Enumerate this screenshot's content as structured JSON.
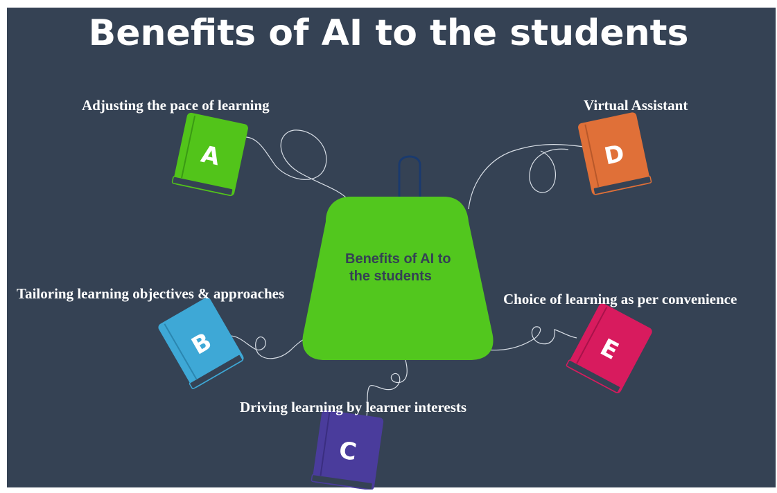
{
  "title": "Benefits of AI to the students",
  "center": {
    "line1": "Benefits of AI to",
    "line2": "the students"
  },
  "items": [
    {
      "letter": "A",
      "label": "Adjusting the pace of learning",
      "color": "#52c41a"
    },
    {
      "letter": "B",
      "label": "Tailoring learning objectives & approaches",
      "color": "#3ea8d6"
    },
    {
      "letter": "C",
      "label": "Driving learning by learner interests",
      "color": "#4a3c9c"
    },
    {
      "letter": "D",
      "label": "Virtual Assistant",
      "color": "#e07038"
    },
    {
      "letter": "E",
      "label": "Choice of learning as per convenience",
      "color": "#d81b5e"
    }
  ],
  "colors": {
    "background": "#354254",
    "bag": "#52c71e",
    "bag_handle": "#1a3a6e",
    "connector": "#d8dee6"
  }
}
